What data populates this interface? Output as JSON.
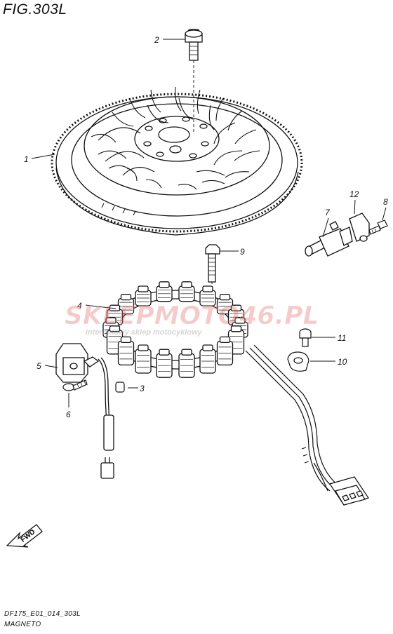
{
  "figure": {
    "title": "FIG.303L"
  },
  "footer": {
    "code": "DF175_E01_014_303L",
    "name": "MAGNETO"
  },
  "watermark": {
    "brand": "SKLEPMOTO46.PL",
    "subtitle": "internetowy sklep motocyklowy"
  },
  "fwd_label": "FWD",
  "callouts": [
    {
      "ref": "1",
      "part": "flywheel rotor"
    },
    {
      "ref": "2",
      "part": "flywheel bolt"
    },
    {
      "ref": "3",
      "part": "key"
    },
    {
      "ref": "4",
      "part": "stator"
    },
    {
      "ref": "5",
      "part": "pulser coil"
    },
    {
      "ref": "6",
      "part": "pulser screw"
    },
    {
      "ref": "7",
      "part": "crank position sensor"
    },
    {
      "ref": "8",
      "part": "sensor screw"
    },
    {
      "ref": "9",
      "part": "stator bolt"
    },
    {
      "ref": "10",
      "part": "clamp"
    },
    {
      "ref": "11",
      "part": "clamp bolt"
    },
    {
      "ref": "12",
      "part": "sensor bracket"
    }
  ]
}
